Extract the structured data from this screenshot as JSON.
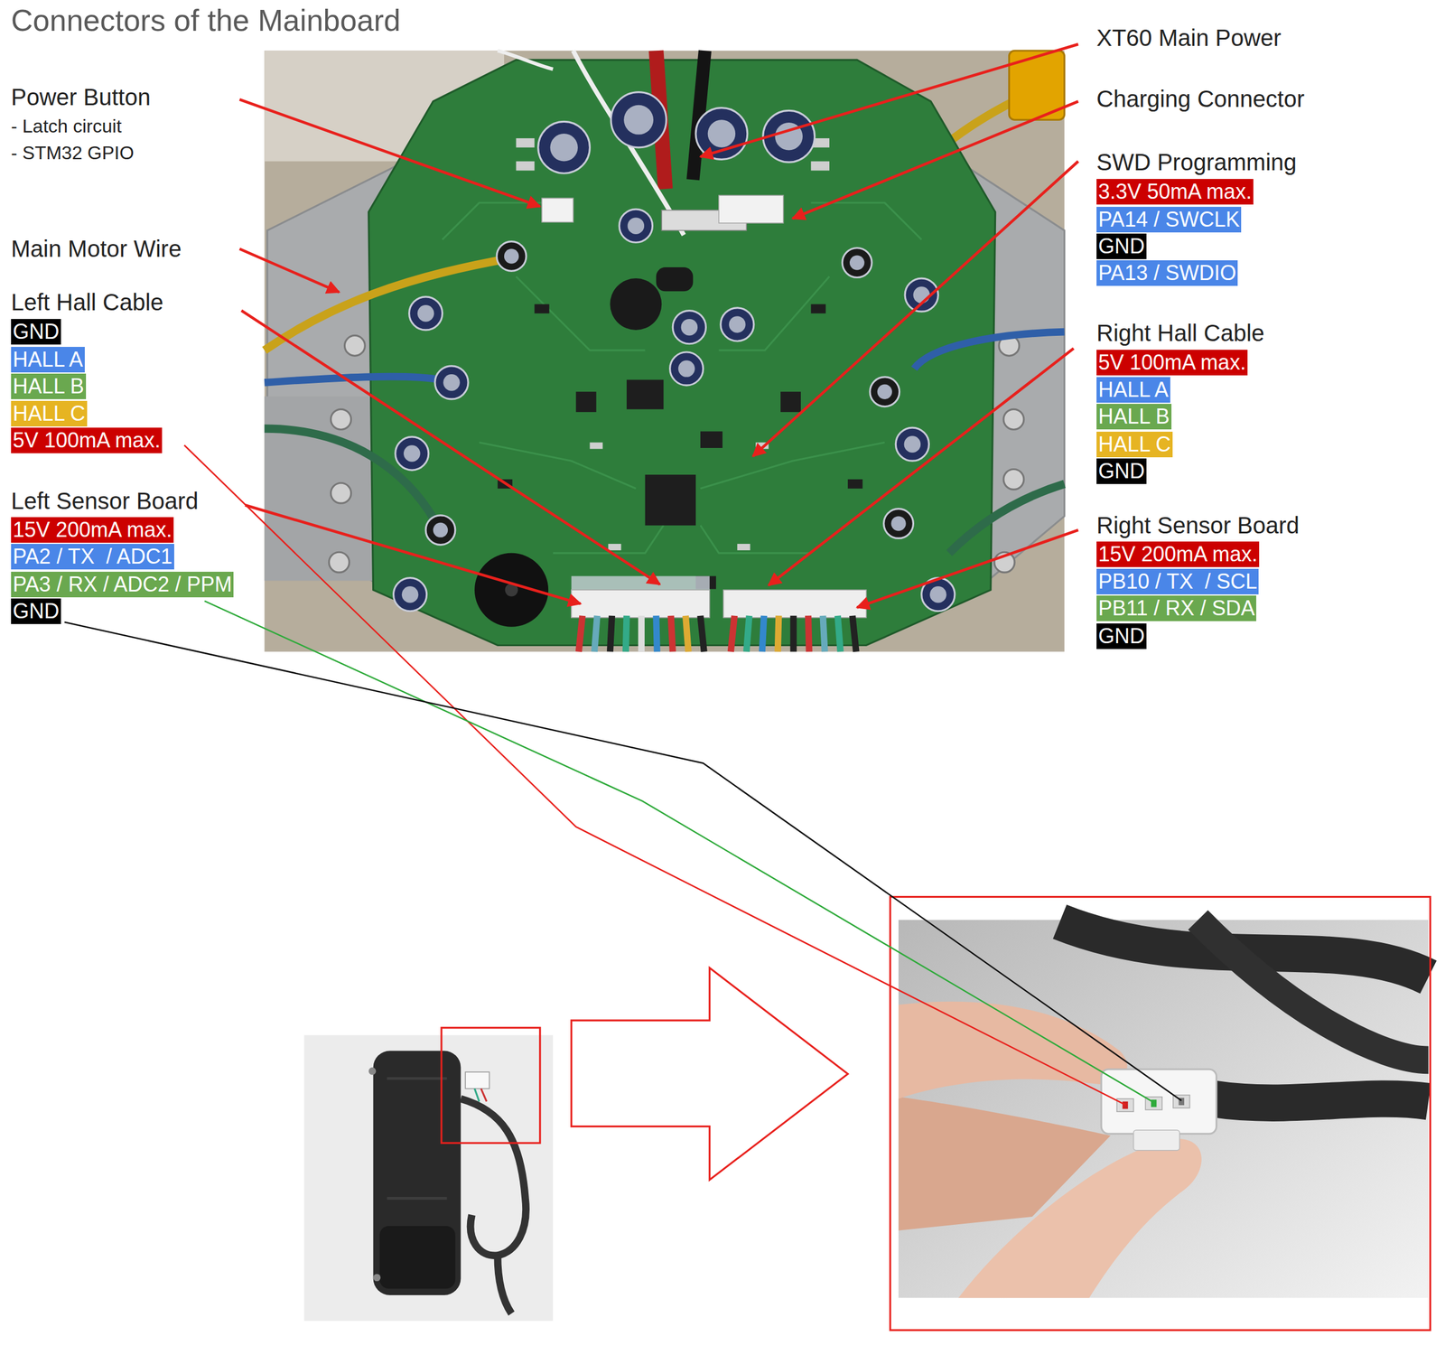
{
  "diagram": {
    "title": "Connectors of the Mainboard",
    "labels": [
      "Power Button",
      "- Latch circuit",
      "- STM32 GPIO",
      "Main Motor Wire",
      "Left Hall Cable",
      "GND",
      "HALL A",
      "HALL B",
      "HALL C",
      "5V 100mA max.",
      "Left Sensor Board",
      "15V 200mA max.",
      "PA2 / TX  / ADC1",
      "PA3 / RX / ADC2 / PPM",
      "GND",
      "XT60 Main Power",
      "Charging Connector",
      "SWD Programming",
      "3.3V 50mA max.",
      "PA14 / SWCLK",
      "GND",
      "PA13 / SWDIO",
      "Right Hall Cable",
      "5V 100mA max.",
      "HALL A",
      "HALL B",
      "HALL C",
      "GND",
      "Right Sensor Board",
      "15V 200mA max.",
      "PB10 / TX  / SCL",
      "PB11 / RX / SDA",
      "GND"
    ]
  }
}
